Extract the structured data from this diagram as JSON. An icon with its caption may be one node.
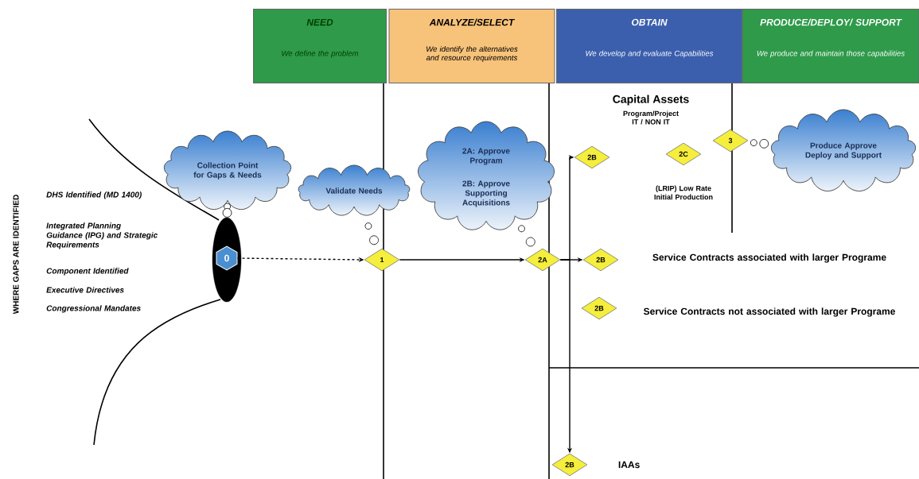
{
  "diagram": {
    "nodes": [
      {
        "text": [
          "NEED",
          "We define the problem"
        ]
      },
      {
        "text": [
          "ANALYZE/SELECT",
          "We identify the alternatives and resource requirements"
        ]
      },
      {
        "text": [
          "OBTAIN",
          "We develop and evaluate Capabilities"
        ]
      },
      {
        "text": [
          "PRODUCE/DEPLOY/ SUPPORT",
          "We produce and maintain those capabilities"
        ]
      },
      {
        "text": [
          "Collection Point for Gaps & Needs"
        ]
      },
      {
        "text": [
          "Validate Needs"
        ]
      },
      {
        "text": [
          "2A: Approve Program",
          "2B: Approve Supporting Acquisitions"
        ]
      },
      {
        "text": [
          "Produce Approve Deploy and Support"
        ]
      },
      {
        "text": [],
        "shape": "ellipse"
      },
      {
        "text": [
          "0"
        ],
        "in": 8
      },
      {
        "text": [
          "1"
        ]
      },
      {
        "text": [
          "2A"
        ]
      },
      {
        "text": [
          "2B"
        ]
      },
      {
        "text": [
          "2C"
        ],
        "beside": [
          "(LRIP) Low Rate Initial Production"
        ]
      },
      {
        "text": [
          "3"
        ]
      },
      {
        "text": [
          "2B"
        ],
        "beside": [
          "Service Contracts associated with larger Programe"
        ]
      },
      {
        "text": [
          "2B"
        ],
        "beside": [
          "Service Contracts not associated with larger Programe"
        ]
      },
      {
        "text": [
          "2B"
        ],
        "beside": [
          "IAAs"
        ]
      }
    ],
    "edges": [
      {
        "from": 4,
        "to": 8,
        "arrow": "none"
      },
      {
        "from": 5,
        "to": 10,
        "arrow": "none"
      },
      {
        "from": 6,
        "to": 11,
        "arrow": "none"
      },
      {
        "from": 14,
        "to": 7,
        "arrow": "none"
      },
      {
        "from": 9,
        "to": 10,
        "arrow": "to",
        "style": "dashed"
      },
      {
        "from": 10,
        "to": 11,
        "arrow": "to"
      },
      {
        "from": 11,
        "to": 15,
        "arrow": "to"
      },
      {
        "from": 11,
        "to": 12,
        "arrow": "to"
      },
      {
        "from": 11,
        "to": 17,
        "arrow": "to"
      }
    ],
    "labels": [
      "WHERE GAPS ARE IDENTIFIED",
      "DHS Identified (MD 1400)",
      "Integrated Planning Guidance (IPG) and Strategic Requirements",
      "Component Identified",
      "Executive Directives",
      "Congressional Mandates",
      "Capital Assets",
      "Program/Project IT / NON IT"
    ]
  }
}
